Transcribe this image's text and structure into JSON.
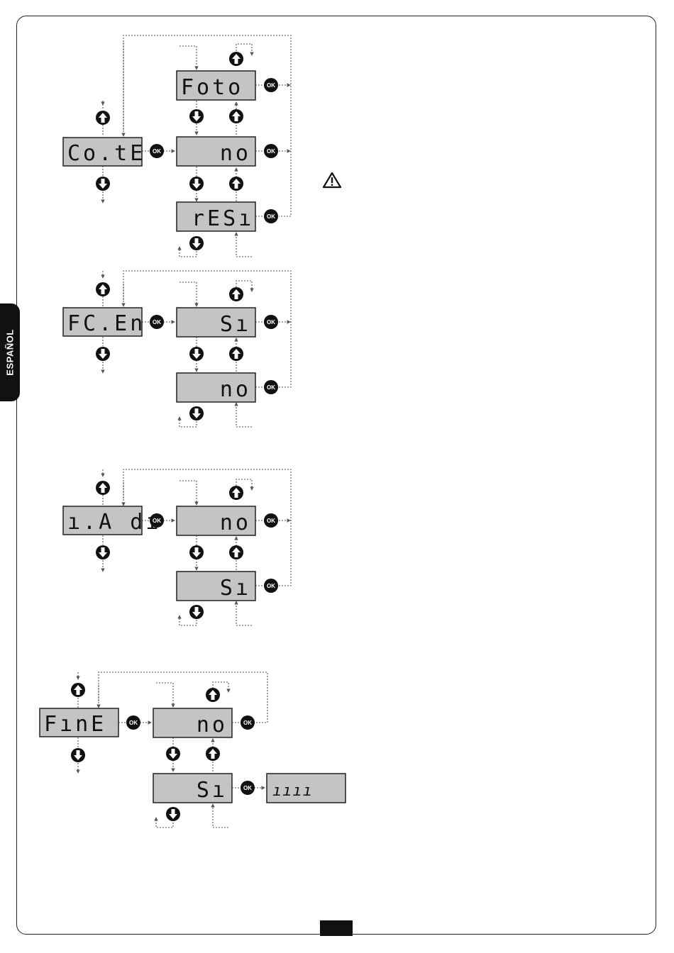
{
  "side_tab": {
    "label": "ESPAÑOL"
  },
  "ok_label": "OK",
  "menus": [
    {
      "title": "Co.tE",
      "options": [
        "Foto",
        "no",
        "rESı"
      ]
    },
    {
      "title": "FC.En",
      "options": [
        "Sı",
        "no"
      ]
    },
    {
      "title": "ı.A dı",
      "options": [
        "no",
        "Sı"
      ]
    },
    {
      "title": "FınE",
      "options": [
        "no",
        "Sı"
      ],
      "result": "ıııı"
    }
  ],
  "icons": [
    "up-arrow-icon",
    "down-arrow-icon",
    "ok-button-icon",
    "warning-icon"
  ]
}
